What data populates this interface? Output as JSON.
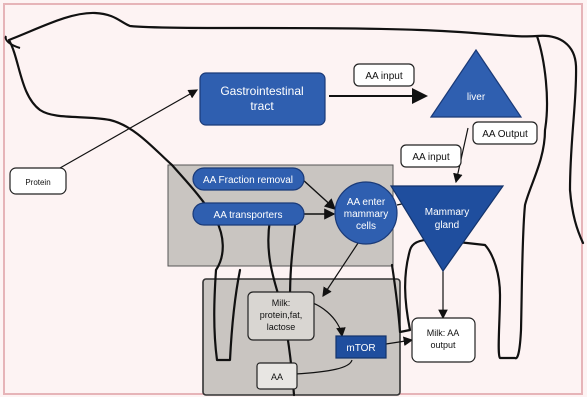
{
  "diagram": {
    "nodes": {
      "gi_line1": "Gastrointestinal",
      "gi_line2": "tract",
      "aa_input_top": "AA input",
      "liver": "liver",
      "aa_output": "AA Output",
      "aa_input_right": "AA input",
      "protein": "Protein",
      "aa_fraction_removal": "AA Fraction removal",
      "aa_transporters": "AA transporters",
      "aa_enter_line1": "AA enter",
      "aa_enter_line2": "mammary",
      "aa_enter_line3": "cells",
      "mammary_line1": "Mammary",
      "mammary_line2": "gland",
      "milk_line1": "Milk:",
      "milk_line2": "protein,fat,",
      "milk_line3": "lactose",
      "mtor": "mTOR",
      "aa_small": "AA",
      "milk_output_line1": "Milk: AA",
      "milk_output_line2": "output"
    },
    "colors": {
      "node_blue": "#2f5fb0",
      "dark_blue": "#1f4e9e",
      "panel_gray": "#c9c5c1",
      "outline": "#111111",
      "frame": "#e6b4b8"
    }
  }
}
